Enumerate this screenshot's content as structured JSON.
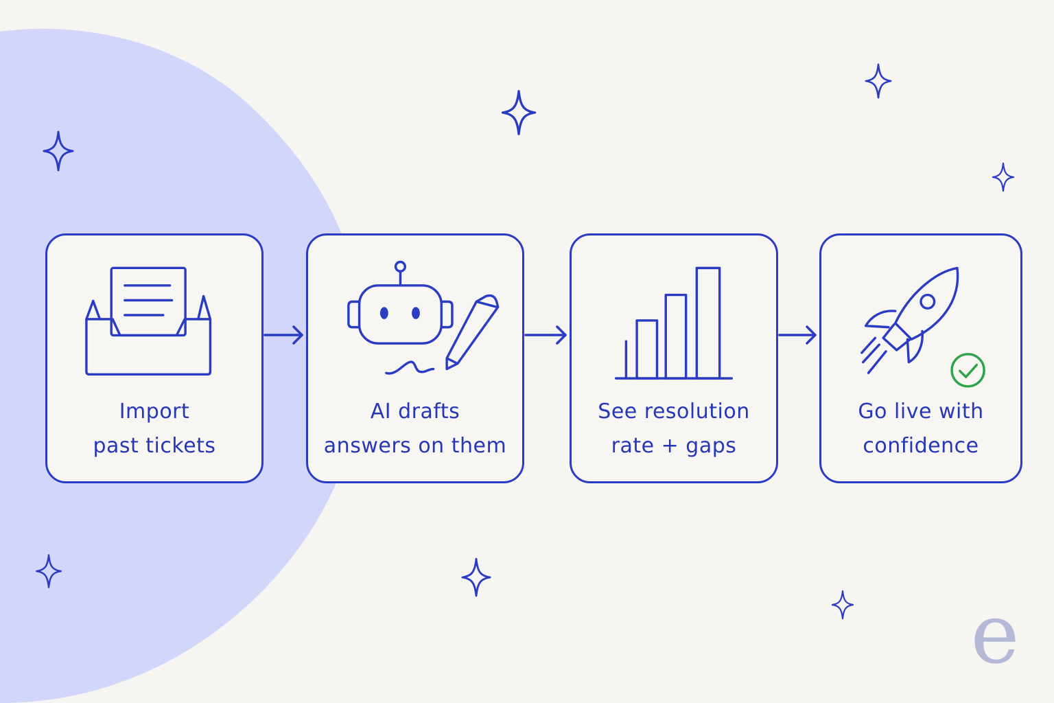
{
  "colors": {
    "background": "#f6f5f1",
    "blob": "#d2d6fa",
    "ink": "#2a3cc4",
    "check": "#2ea34a",
    "brand_mark": "#b4b9d8"
  },
  "steps": [
    {
      "icon": "inbox-tray-icon",
      "line1": "Import",
      "line2": "past tickets"
    },
    {
      "icon": "robot-pencil-icon",
      "line1": "AI drafts",
      "line2": "answers on them"
    },
    {
      "icon": "bar-chart-icon",
      "line1": "See resolution",
      "line2": "rate + gaps"
    },
    {
      "icon": "rocket-check-icon",
      "line1": "Go live with",
      "line2": "confidence"
    }
  ],
  "connectors": [
    "arrow-right-icon",
    "arrow-right-icon",
    "arrow-right-icon"
  ],
  "decorations": {
    "sparkle_icon": "sparkle-icon"
  },
  "brand": {
    "mark": "e"
  }
}
